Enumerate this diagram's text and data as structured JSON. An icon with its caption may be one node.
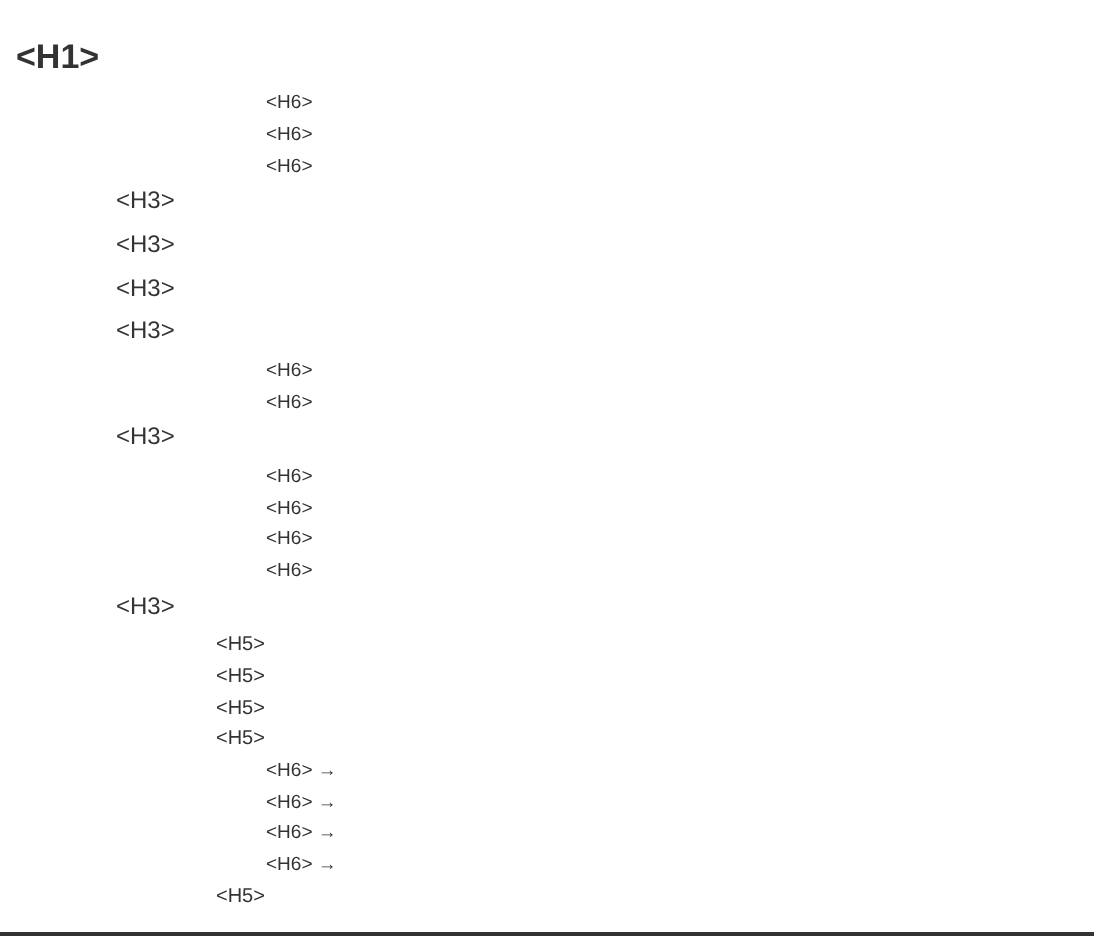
{
  "diagram": {
    "labels": [
      "<H1>",
      "<H6>",
      "<H6>",
      "<H6>",
      "<H3>",
      "<H3>",
      "<H3>",
      "<H3>",
      "<H6>",
      "<H6>",
      "<H3>",
      "<H6>",
      "<H6>",
      "<H6>",
      "<H6>",
      "<H3>",
      "<H5>",
      "<H5>",
      "<H5>",
      "<H5>",
      "<H6> →",
      "<H6> →",
      "<H6> →",
      "<H6> →",
      "<H5>"
    ]
  }
}
